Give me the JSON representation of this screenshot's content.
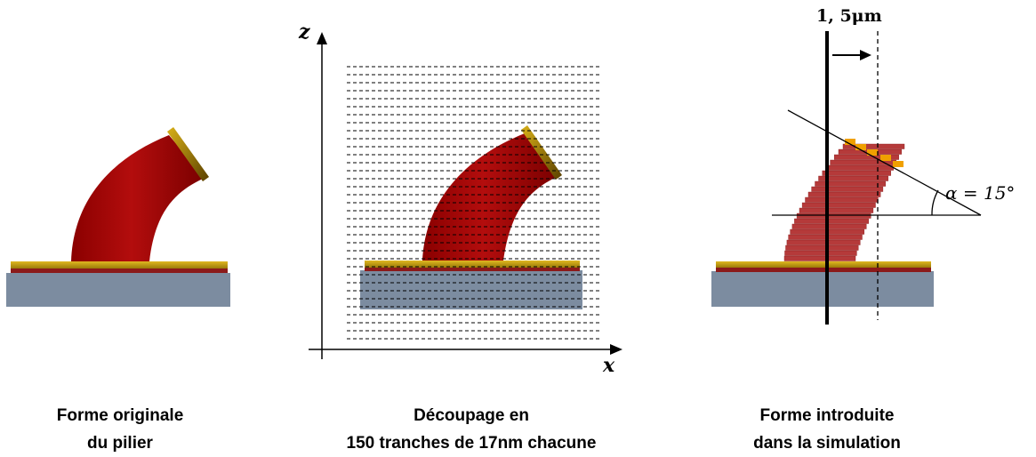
{
  "panels": [
    {
      "caption_line1": "Forme originale",
      "caption_line2": "du pilier"
    },
    {
      "caption_line1": "Découpage en",
      "caption_line2": "150 tranches de 17nm chacune"
    },
    {
      "caption_line1": "Forme introduite",
      "caption_line2": "dans la simulation"
    }
  ],
  "axes": {
    "z_label": "z",
    "x_label": "x"
  },
  "annotations": {
    "shift_label": "1, 5μm",
    "angle_label": "α = 15°"
  },
  "colors": {
    "pillar_red": "#a30a0a",
    "pillar_dark": "#6e0000",
    "gold": "#c9a20f",
    "gold_dark": "#7a5c00",
    "substrate": "#7c8ca0",
    "base_layer_red": "#8b1a1a",
    "slice_red": "#b53a3a",
    "orange_tip": "#f0a000"
  }
}
